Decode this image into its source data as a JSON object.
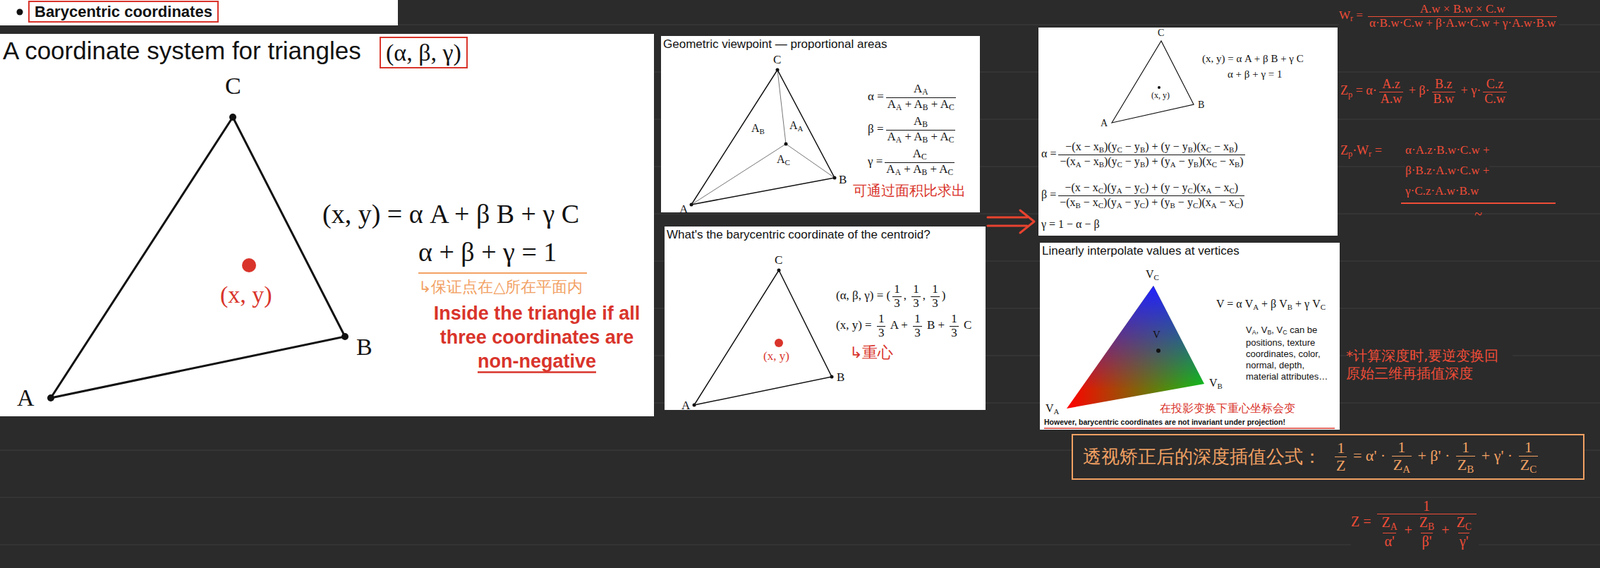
{
  "diagram": {
    "nodes": [
      {
        "text": [
          "Barycentric coordinates"
        ]
      },
      {
        "text": [
          "A coordinate system for triangles",
          "C",
          "A",
          "B",
          "(x, y)",
          "(x, y) = α A + β B + γ C",
          "α + β + γ = 1",
          "↳保证点在△所在平面内",
          "Inside the triangle if all three coordinates are non-negative"
        ]
      },
      {
        "text": [
          "(α, β, γ)"
        ],
        "in": 1
      },
      {
        "text": [
          "Geometric viewpoint — proportional areas",
          "C",
          "A",
          "B",
          "A",
          "B",
          "A",
          "A",
          "A",
          "C",
          "α =",
          "A",
          "A",
          "A",
          "A",
          " + A",
          "B",
          " + A",
          "C",
          "β =",
          "A",
          "B",
          "A",
          "A",
          " + A",
          "B",
          " + A",
          "C",
          "γ =",
          "A",
          "C",
          "A",
          "A",
          " + A",
          "B",
          " + A",
          "C",
          "可通过面积比求出"
        ]
      },
      {
        "text": [
          "What's the barycentric coordinate of the centroid?",
          "C",
          "A",
          "B",
          "(x, y)",
          "(α, β, γ) = (",
          "1",
          "3",
          ", ",
          "1",
          "3",
          ", ",
          "1",
          "3",
          ")",
          "(x, y) = ",
          "1",
          "3",
          " A + ",
          "1",
          "3",
          " B + ",
          "1",
          "3",
          " C",
          "↳重心"
        ]
      },
      {
        "text": [
          "C",
          "A",
          "B",
          "(x, y)",
          "(x, y) = α A + β B + γ C",
          "α + β + γ = 1",
          "α =",
          "−(x − x",
          "B",
          ")(y",
          "C",
          " − y",
          "B",
          ") + (y − y",
          "B",
          ")(x",
          "C",
          " − x",
          "B",
          ")",
          "−(x",
          "A",
          " − x",
          "B",
          ")(y",
          "C",
          " − y",
          "B",
          ") + (y",
          "A",
          " − y",
          "B",
          ")(x",
          "C",
          " − x",
          "B",
          ")",
          "β =",
          "−(x − x",
          "C",
          ")(y",
          "A",
          " − y",
          "C",
          ") + (y − y",
          "C",
          ")(x",
          "A",
          " − x",
          "C",
          ")",
          "−(x",
          "B",
          " − x",
          "C",
          ")(y",
          "A",
          " − y",
          "C",
          ") + (y",
          "B",
          " − y",
          "C",
          ")(x",
          "A",
          " − x",
          "C",
          ")",
          "γ = 1 − α − β"
        ]
      },
      {
        "text": [
          "Linearly interpolate values at vertices",
          "V",
          "C",
          "V",
          "A",
          "V",
          "B",
          "V",
          "V = α V",
          "A",
          " + β V",
          "B",
          " + γ V",
          "C",
          "V",
          "A",
          ", V",
          "B",
          ", V",
          "C",
          " can be positions, texture coordinates, color, normal, depth, material attributes…",
          "在投影变换下重心坐标会变",
          "However, barycentric coordinates are not invariant under projection!"
        ]
      },
      {
        "text": [
          "透视矫正后的深度插值公式：",
          "1",
          "Z",
          " = α' · ",
          "1",
          "Z",
          "A",
          " + β' · ",
          "1",
          "Z",
          "B",
          " + γ' · ",
          "1",
          "Z",
          "C"
        ]
      }
    ],
    "labels": [
      "W",
      "r",
      " = ",
      "A.w × B.w × C.w",
      "α·B.w·C.w + β·A.w·C.w + γ·A.w·B.w",
      "Z",
      "p",
      " = α·",
      "A.z",
      "A.w",
      " + β·",
      "B.z",
      "B.w",
      " + γ·",
      "C.z",
      "C.w",
      "Z",
      "p",
      "·W",
      "r",
      " =",
      "α·A.z·B.w·C.w +",
      "β·B.z·A.w·C.w +",
      "γ·C.z·A.w·B.w",
      "~",
      "*计算深度时,要逆变换回原始三维再插值深度",
      "Z = ",
      "1",
      "Z",
      "A",
      "α'",
      " + ",
      "Z",
      "B",
      "β'",
      " + ",
      "Z",
      "C",
      "γ'"
    ]
  }
}
